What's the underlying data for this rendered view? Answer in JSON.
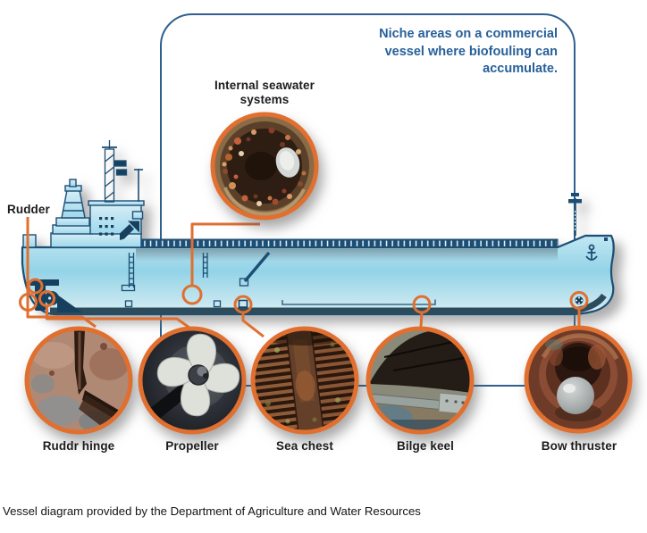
{
  "title_box": {
    "text": "Niche areas on a commercial vessel where biofouling can accumulate."
  },
  "vessel_labels": {
    "rudder": "Rudder",
    "internal_seawater_systems": "Internal seawater systems"
  },
  "niche_labels": {
    "ruddr_hinge": "Ruddr hinge",
    "propeller": "Propeller",
    "sea_chest": "Sea chest",
    "bilge_keel": "Bilge keel",
    "bow_thruster": "Bow thruster"
  },
  "caption": "Vessel diagram provided by the Department of Agriculture and Water Resources",
  "icons": {
    "anchor": "anchor-icon",
    "bow_thruster_symbol": "bow-thruster-tunnel-icon",
    "propeller_hub_symbol": "propeller-hub-icon",
    "sea_chest_symbol": "sea-chest-grate-icon"
  },
  "colors": {
    "accent_orange": "#E06F30",
    "outline_navy": "#1D4E74",
    "frame_blue": "#2F608E",
    "title_blue": "#27609A",
    "hull_light": "#C2E7F2",
    "hull_mid": "#93D3E7"
  }
}
